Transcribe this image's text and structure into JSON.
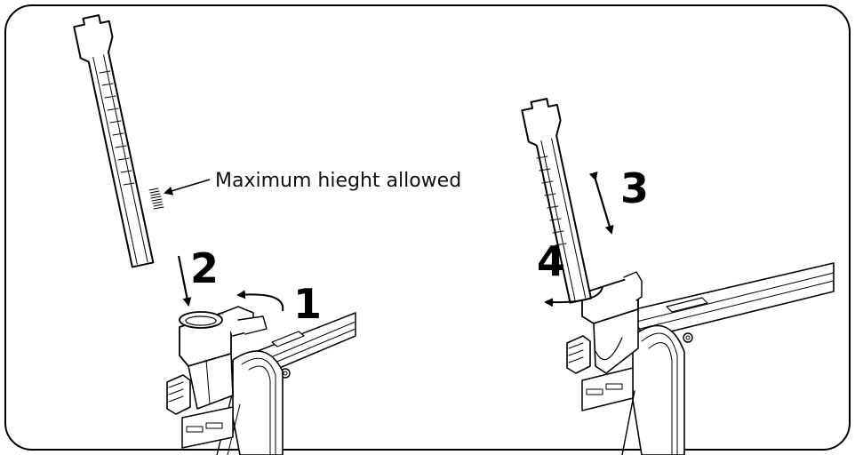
{
  "callout": {
    "text": "Maximum hieght allowed"
  },
  "steps": {
    "s1": "1",
    "s2": "2",
    "s3": "3",
    "s4": "4"
  }
}
